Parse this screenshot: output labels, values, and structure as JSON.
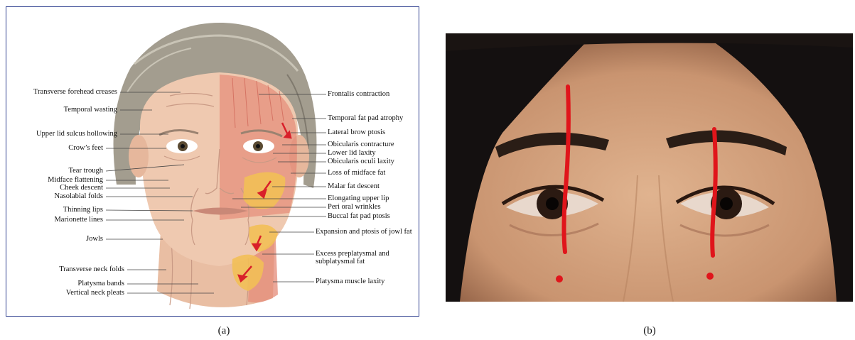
{
  "panel_a": {
    "caption": "(a)",
    "left_labels": [
      "Transverse forehead creases",
      "Temporal wasting",
      "Upper lid sulcus hollowing",
      "Crow’s feet",
      "Tear trough",
      "Midface flattening",
      "Cheek descent",
      "Nasolabial folds",
      "Thinning lips",
      "Marionette lines",
      "Jowls",
      "Transverse neck folds",
      "Platysma bands",
      "Vertical neck pleats"
    ],
    "right_labels": [
      "Frontalis contraction",
      "Temporal fat pad atrophy",
      "Lateral brow ptosis",
      "Obicularis contracture",
      "Lower lid laxity",
      "Obicularis oculi laxity",
      "Loss of midface fat",
      "Malar fat descent",
      "Elongating upper lip",
      "Peri oral wrinkles",
      "Buccal fat pad ptosis",
      "Expansion and ptosis of jowl fat",
      "Excess preplatysmal and subplatysmal fat",
      "Platysma muscle laxity"
    ]
  },
  "panel_b": {
    "caption": "(b)"
  },
  "colors": {
    "panel_border": "#2f3f8f",
    "marker_red": "#e0151b",
    "fat_yellow": "#f2bf57",
    "muscle_red": "#e27a6a",
    "hair_gray": "#a09a8c",
    "skin": "#efc9b0"
  }
}
